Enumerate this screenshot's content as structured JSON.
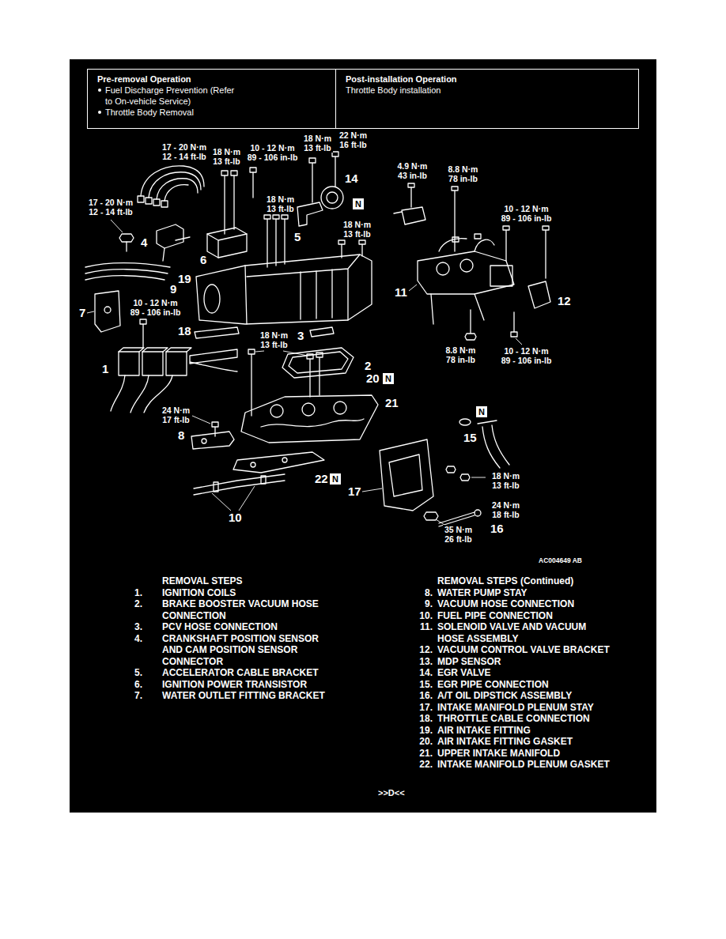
{
  "diagram": {
    "nodes": [
      {
        "text": [
          "Pre-removal Operation",
          "Fuel Discharge Prevention (Refer to On-vehicle Service)",
          "Throttle Body Removal"
        ]
      },
      {
        "text": [
          "Post-installation Operation",
          "Throttle Body installation"
        ]
      },
      {
        "text": [
          "N"
        ]
      },
      {
        "text": [
          "N"
        ]
      },
      {
        "text": [
          "N"
        ]
      },
      {
        "text": [
          "N"
        ]
      }
    ],
    "edges": [],
    "labels": [
      "17 - 20 N·m 12 - 14 ft-lb",
      "18 N·m 13 ft-lb",
      "10 - 12 N·m 89 - 106 in-lb",
      "18 N·m 13 ft-lb",
      "22 N·m 16 ft-lb",
      "14",
      "4.9 N·m 43 in-lb",
      "8.8 N·m 78 in-lb",
      "17 - 20 N·m 12 - 14 ft-lb",
      "18 N·m 13 ft-lb",
      "10 - 12 N·m 89 - 106 in-lb",
      "18 N·m 13 ft-lb",
      "5",
      "4",
      "6",
      "19",
      "9",
      "11",
      "12",
      "7",
      "10 - 12 N·m 89 - 106 in-lb",
      "18",
      "18 N·m 13 ft-lb",
      "3",
      "8.8 N·m 78 in-lb",
      "10 - 12 N·m 89 - 106 in-lb",
      "2",
      "1",
      "20",
      "21",
      "24 N·m 17 ft-lb",
      "8",
      "15",
      "18 N·m 13 ft-lb",
      "22",
      "17",
      "24 N·m 18 ft-lb",
      "16",
      "10",
      "35 N·m 26 ft-lb",
      "AC004649 AB",
      "REMOVAL STEPS",
      "1.",
      "IGNITION COILS",
      "2.",
      "BRAKE BOOSTER VACUUM HOSE CONNECTION",
      "3.",
      "PCV HOSE CONNECTION",
      "4.",
      "CRANKSHAFT POSITION SENSOR AND CAM POSITION SENSOR CONNECTOR",
      "5.",
      "ACCELERATOR CABLE BRACKET",
      "6.",
      "IGNITION POWER TRANSISTOR",
      "7.",
      "WATER OUTLET FITTING BRACKET",
      "REMOVAL STEPS (Continued)",
      "8.",
      "WATER PUMP STAY",
      "9.",
      "VACUUM HOSE CONNECTION",
      "10.",
      "FUEL PIPE CONNECTION",
      "11.",
      "SOLENOID VALVE AND VACUUM HOSE ASSEMBLY",
      "12.",
      "VACUUM CONTROL VALVE BRACKET",
      "13.",
      "MDP SENSOR",
      "14.",
      "EGR VALVE",
      "15.",
      "EGR PIPE CONNECTION",
      "16.",
      "A/T OIL DIPSTICK ASSEMBLY",
      "17.",
      "INTAKE MANIFOLD PLENUM STAY",
      "18.",
      "THROTTLE CABLE CONNECTION",
      "19.",
      "AIR INTAKE FITTING",
      "20.",
      "AIR INTAKE FITTING GASKET",
      "21.",
      "UPPER INTAKE MANIFOLD",
      "22.",
      "INTAKE MANIFOLD PLENUM GASKET",
      ">>D<<"
    ]
  }
}
